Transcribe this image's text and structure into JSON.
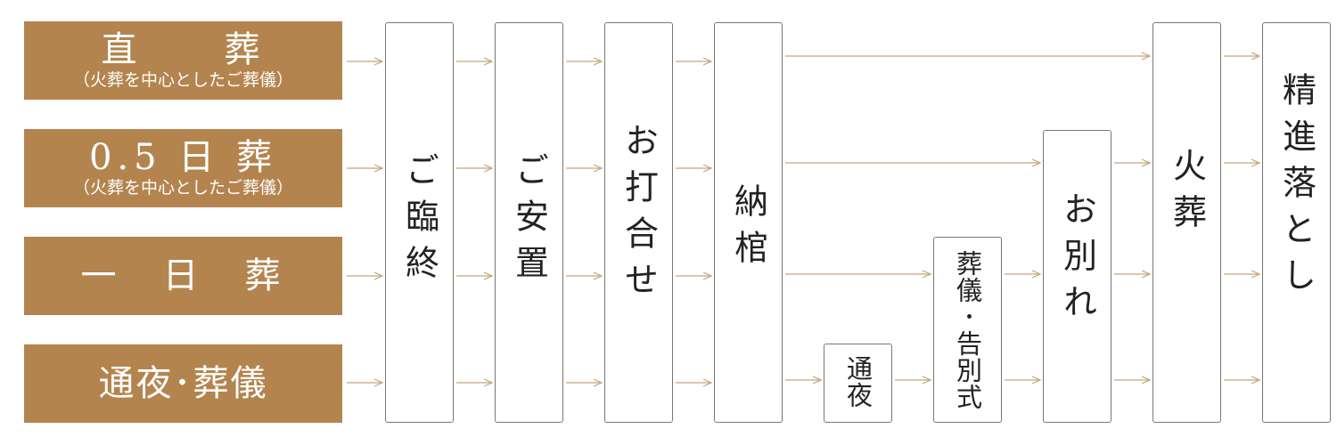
{
  "plans": [
    {
      "title": "直　　葬",
      "subtitle": "（火葬を中心としたご葬儀）"
    },
    {
      "title": "0.5 日 葬",
      "subtitle": "（火葬を中心としたご葬儀）"
    },
    {
      "title": "一　日　葬",
      "subtitle": ""
    },
    {
      "title": "通夜･葬儀",
      "subtitle": ""
    }
  ],
  "steps": {
    "gorinju": "ご臨終",
    "goanchi": "ご安置",
    "ouchiawase": "お打合せ",
    "noukan": "納棺",
    "tsuya": "通夜",
    "sougi": "葬儀･告別式",
    "owakare": "お別れ",
    "kasou": "火葬",
    "shojin": "精進落とし"
  },
  "colors": {
    "plan_bg": "#b4844e",
    "arrow": "#c6a47a"
  }
}
